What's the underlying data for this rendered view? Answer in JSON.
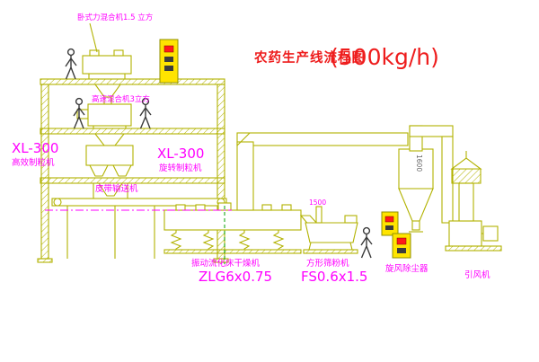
{
  "title": {
    "text": "农药生产线流程图",
    "capacity": "(500kg/h)"
  },
  "equipment_labels": {
    "horizontal_mixer": "卧式力混合机1.5 立方",
    "high_speed_mixer": "高速混合机3立方",
    "left_granulator": {
      "model": "XL-300",
      "name": "高效制粒机"
    },
    "mid_granulator": {
      "model": "XL-300",
      "name": "旋转制粒机"
    },
    "belt_conveyor": "皮带输送机",
    "dryer": {
      "name": "振动流化床干燥机",
      "model": "ZLG6x0.75"
    },
    "sieve": {
      "name": "方形筛粉机",
      "model": "FS0.6x1.5",
      "dim": "1500"
    },
    "cyclone": {
      "name": "旋风除尘器",
      "dim": "1600"
    },
    "fan": "引风机"
  },
  "colors": {
    "line_olive": "#b2b200",
    "label_magenta": "#ff00ff",
    "title_red": "#ee1c1c",
    "cabinet_yellow": "#ffe400",
    "button_red": "#ff1a1a",
    "material_line_green": "#00a000",
    "figure_dark": "#3a3a3a"
  }
}
